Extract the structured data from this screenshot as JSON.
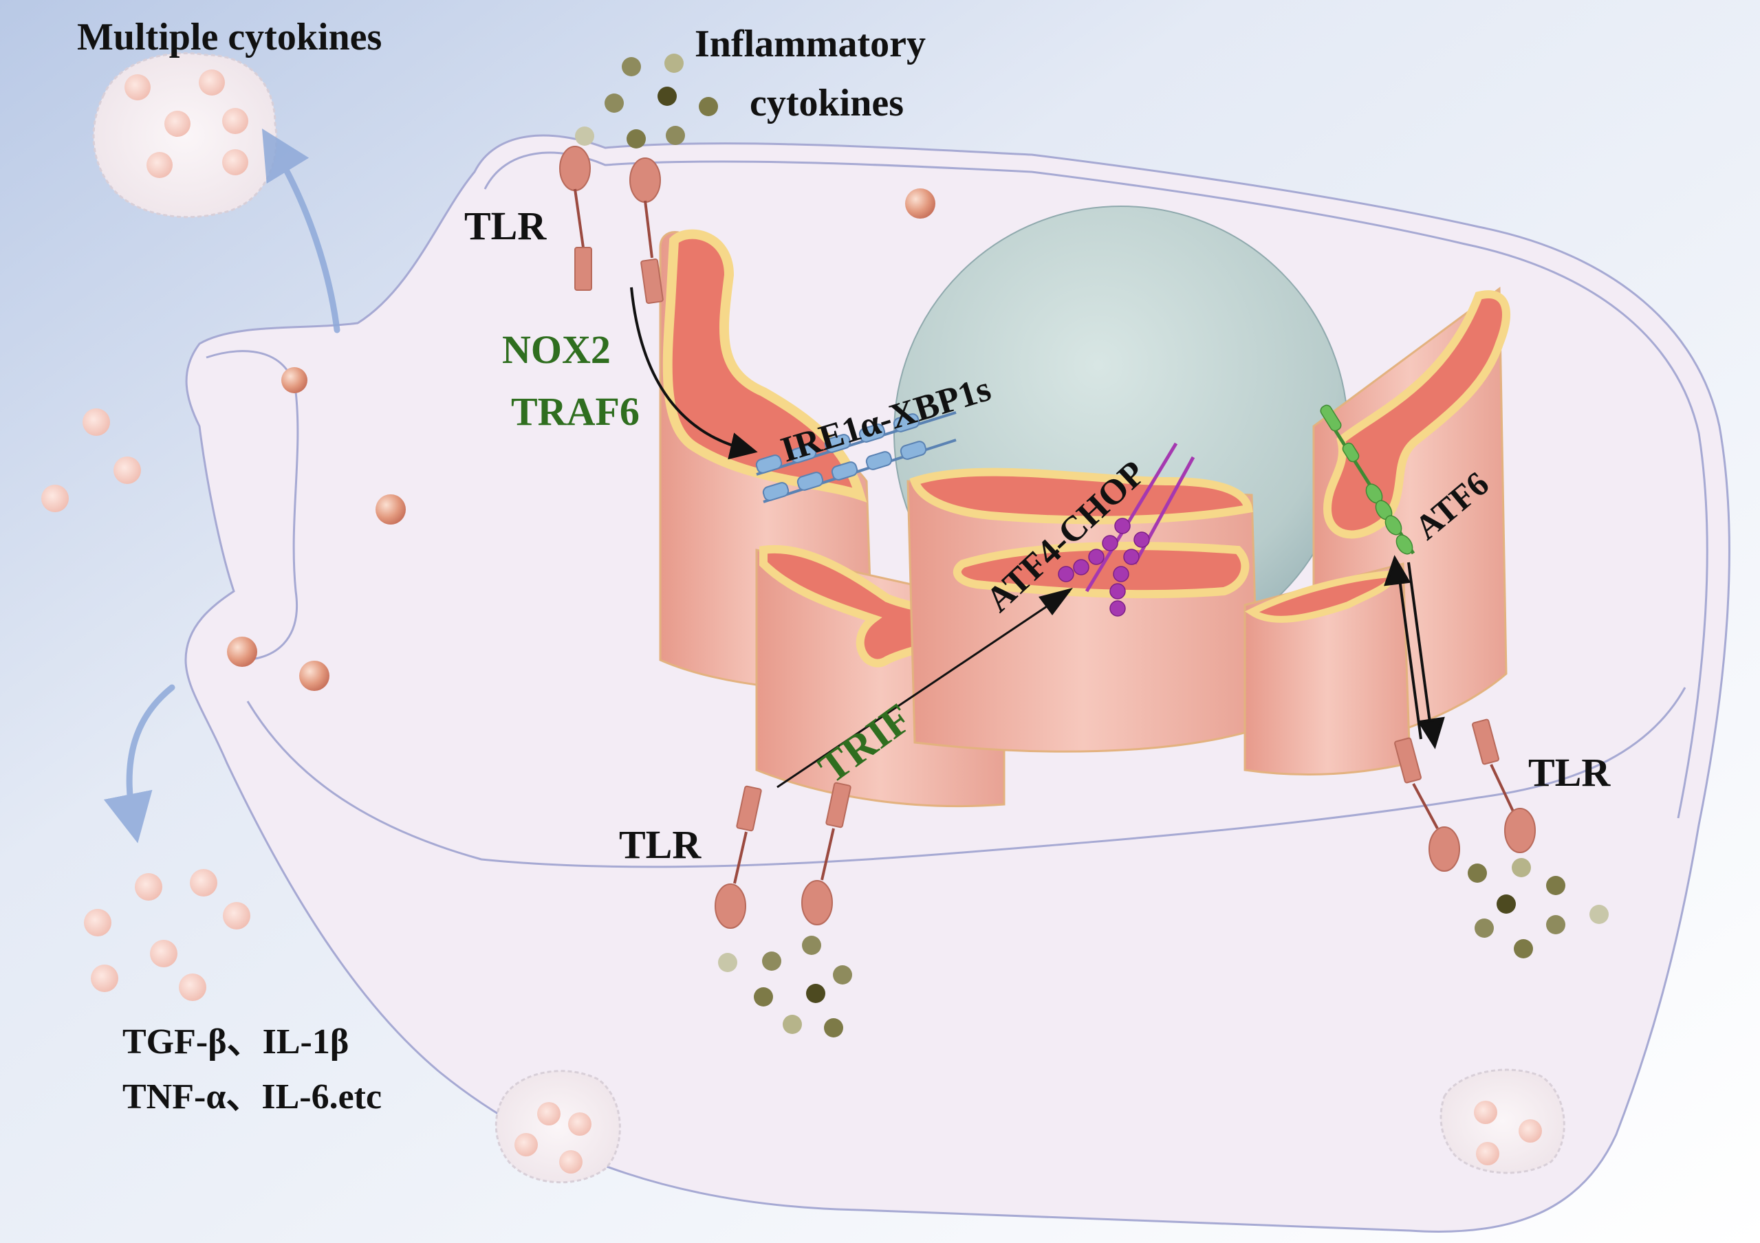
{
  "labels": {
    "multiple_cytokines": "Multiple cytokines",
    "inflammatory_line1": "Inflammatory",
    "inflammatory_line2": "cytokines",
    "tlr_top": "TLR",
    "tlr_bottom_left": "TLR",
    "tlr_bottom_right": "TLR",
    "nox2": "NOX2",
    "traf6": "TRAF6",
    "trif": "TRIF",
    "ire1a_xbp1s": "IRE1α-XBP1s",
    "atf4_chop": "ATF4-CHOP",
    "atf6": "ATF6",
    "cytokine_list_line1": "TGF-β、IL-1β",
    "cytokine_list_line2": "TNF-α、IL-6.etc"
  },
  "colors": {
    "background_gradient_start": "#b9c9e6",
    "background_gradient_end": "#ffffff",
    "cell_fill": "#f3ecf5",
    "cell_outline": "#a6a9d3",
    "er_fill": "#f2b7aa",
    "er_lumen": "#e9786a",
    "er_rim": "#f6d88a",
    "nucleus": "#c1d3d2",
    "tlr_head": "#d9897a",
    "vesicle": "#e39a7f",
    "cytokine_olive": "#6d6a3a",
    "label_green": "#2f6e1f",
    "ire1_blue": "#8ab4dd",
    "chop_purple": "#a538b0",
    "atf6_green": "#6bbf5a",
    "arrow_blue": "#8ea9d9"
  }
}
